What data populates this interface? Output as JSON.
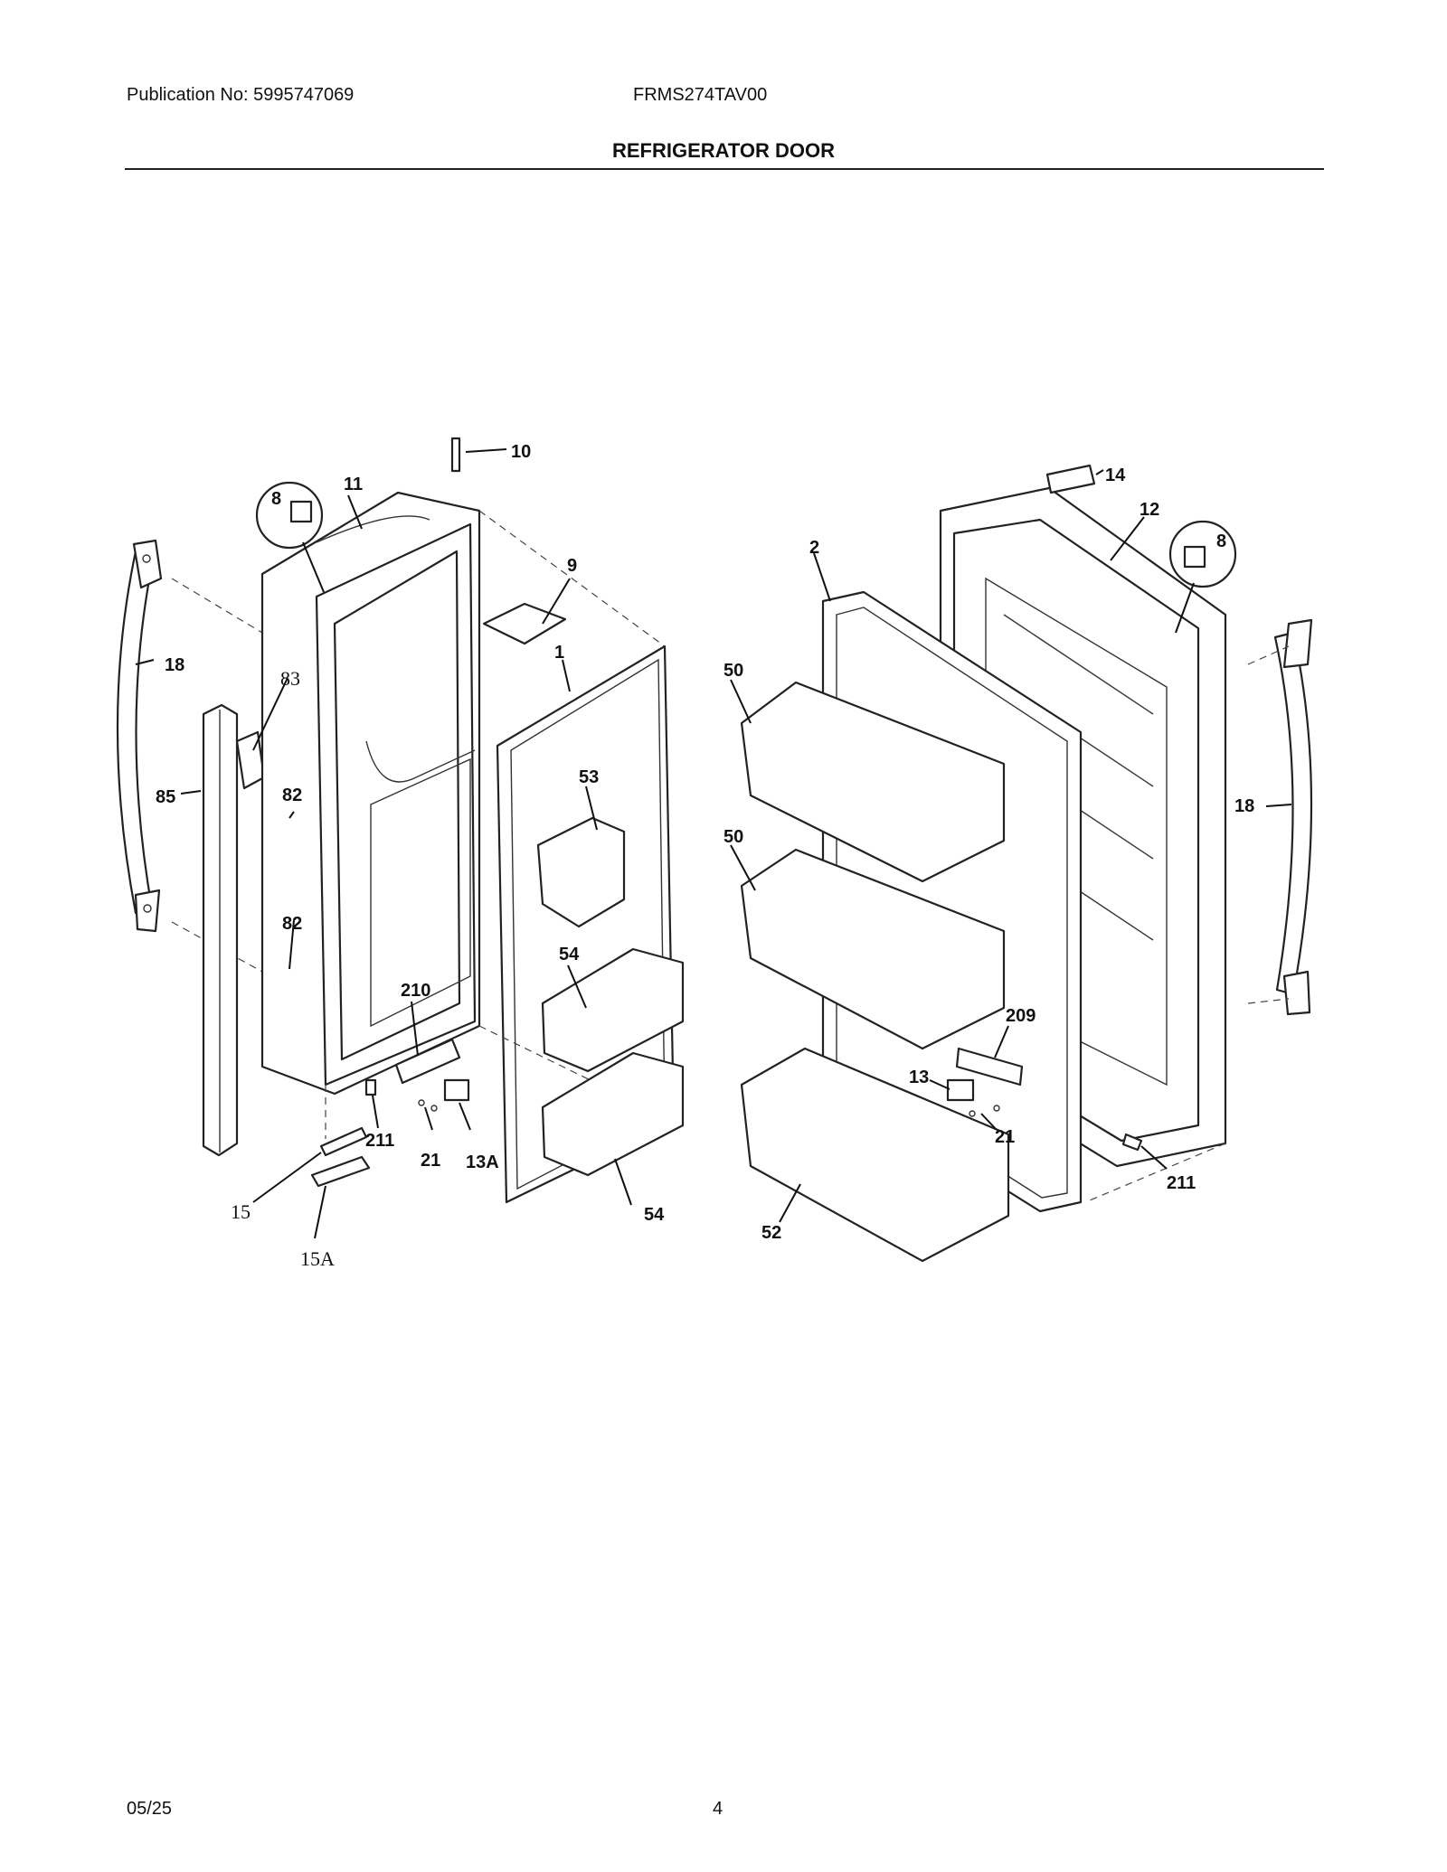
{
  "header": {
    "publication": "Publication No: 5995747069",
    "model": "FRMS274TAV00",
    "title": "REFRIGERATOR DOOR"
  },
  "footer": {
    "date": "05/25",
    "page": "4"
  },
  "callouts": {
    "c10": "10",
    "c11": "11",
    "c8a": "8",
    "c8a_box": "8",
    "c9": "9",
    "c1": "1",
    "c18a": "18",
    "c83": "83",
    "c85": "85",
    "c82a": "82",
    "c82b": "82",
    "c53": "53",
    "c54a": "54",
    "c210": "210",
    "c211a": "211",
    "c21a": "21",
    "c13A": "13A",
    "c54b": "54",
    "c15": "15",
    "c15A": "15A",
    "c14": "14",
    "c12": "12",
    "c8b": "8",
    "c8b_box": "8",
    "c2": "2",
    "c50a": "50",
    "c50b": "50",
    "c18b": "18",
    "c209": "209",
    "c13": "13",
    "c21b": "21",
    "c211b": "211",
    "c52": "52"
  }
}
